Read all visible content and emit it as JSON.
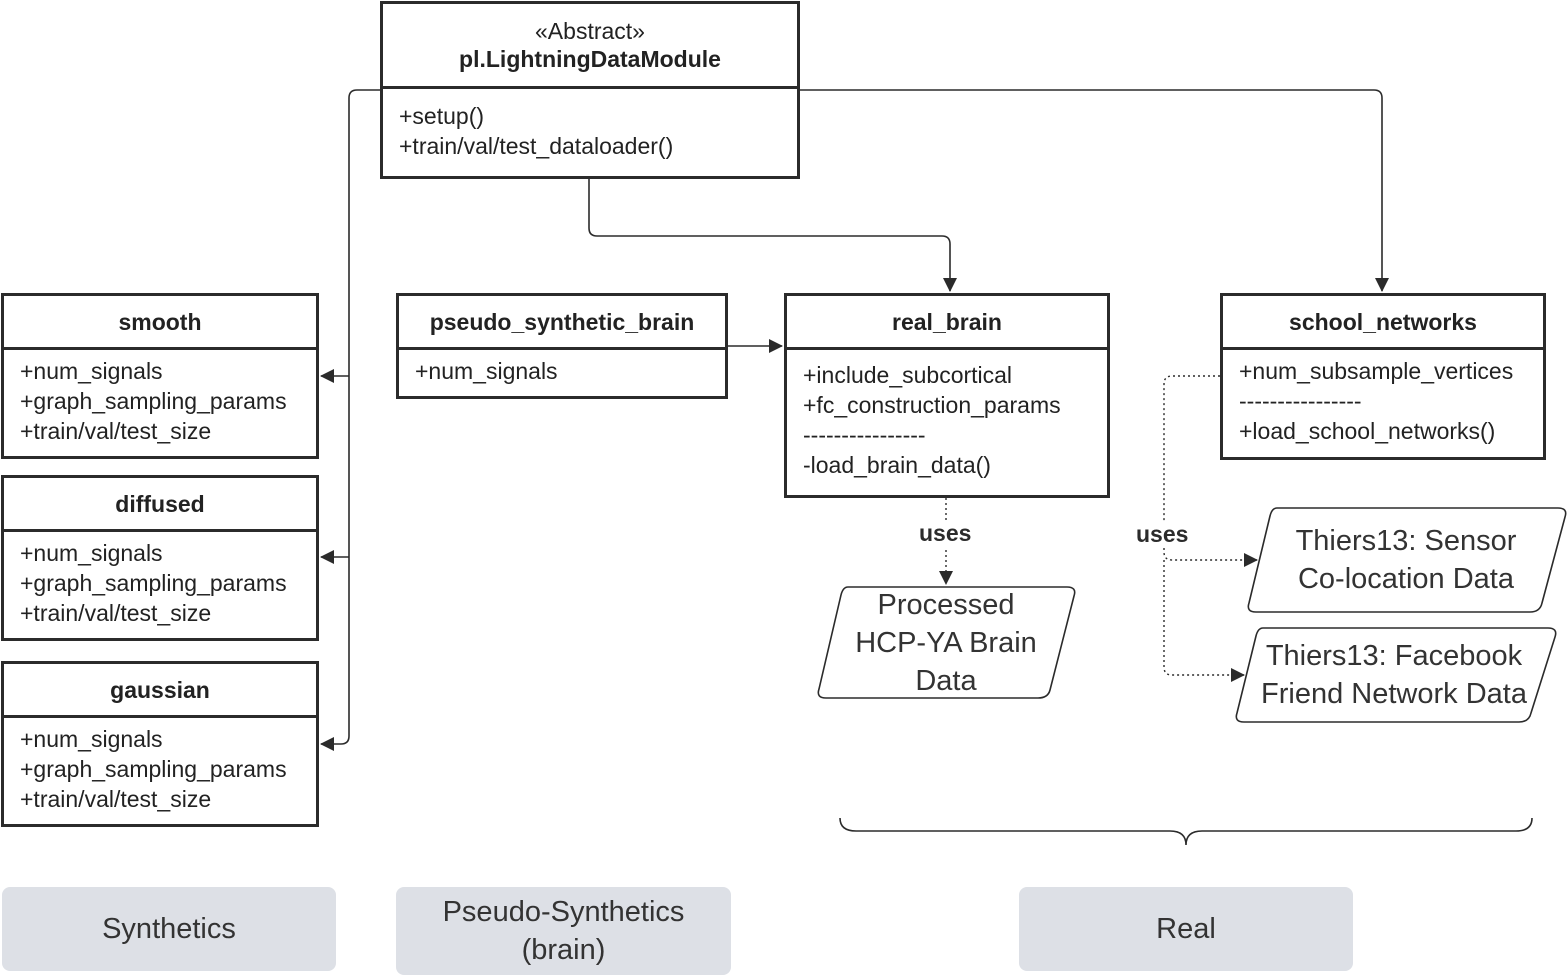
{
  "abstract": {
    "stereotype": "«Abstract»",
    "name": "pl.LightningDataModule",
    "members": [
      "+setup()",
      "+train/val/test_dataloader()"
    ]
  },
  "smooth": {
    "name": "smooth",
    "members": [
      "+num_signals",
      "+graph_sampling_params",
      "+train/val/test_size"
    ]
  },
  "diffused": {
    "name": "diffused",
    "members": [
      "+num_signals",
      "+graph_sampling_params",
      "+train/val/test_size"
    ]
  },
  "gaussian": {
    "name": "gaussian",
    "members": [
      "+num_signals",
      "+graph_sampling_params",
      "+train/val/test_size"
    ]
  },
  "pseudo": {
    "name": "pseudo_synthetic_brain",
    "members": [
      "+num_signals"
    ]
  },
  "real_brain": {
    "name": "real_brain",
    "members": [
      "+include_subcortical",
      "+fc_construction_params",
      "----------------",
      "-load_brain_data()"
    ]
  },
  "school": {
    "name": "school_networks",
    "members": [
      "+num_subsample_vertices",
      "----------------",
      "+load_school_networks()"
    ]
  },
  "data_sources": {
    "hcp": "Processed\nHCP-YA Brain\nData",
    "sensor": "Thiers13: Sensor\nCo-location Data",
    "facebook": "Thiers13: Facebook\nFriend Network Data"
  },
  "uses_label_brain": "uses",
  "uses_label_school": "uses",
  "categories": {
    "synthetics": "Synthetics",
    "pseudo": "Pseudo-Synthetics\n(brain)",
    "real": "Real"
  },
  "colors": {
    "stroke": "#2b2b2b",
    "category_fill": "#dde0e6"
  }
}
